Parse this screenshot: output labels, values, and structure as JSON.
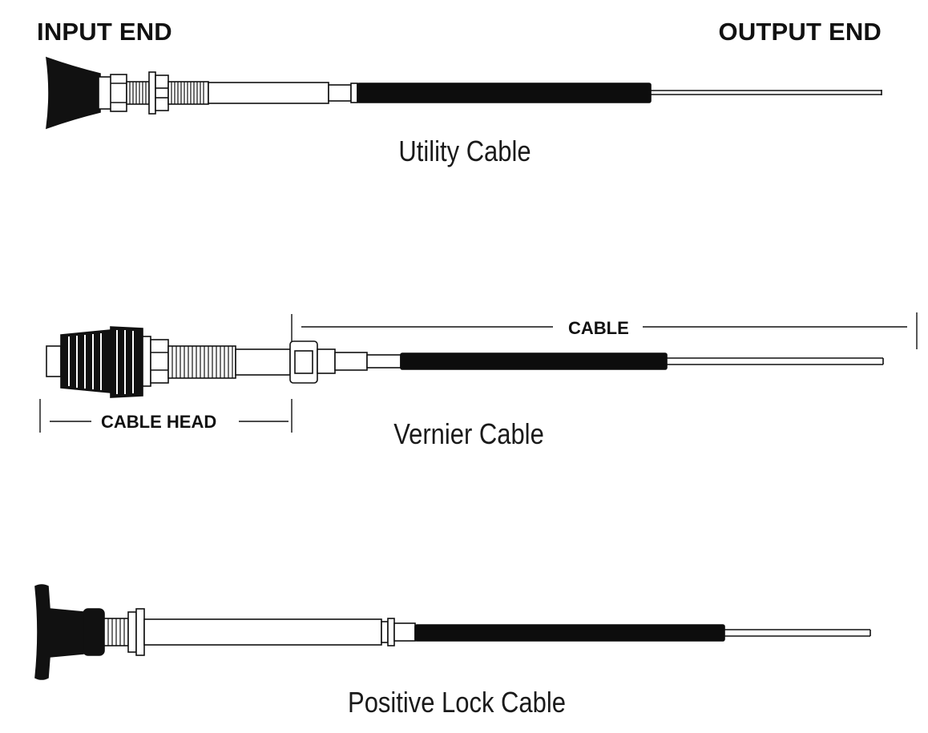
{
  "labels": {
    "input_end": "INPUT END",
    "output_end": "OUTPUT END",
    "cable": "CABLE",
    "cable_head": "CABLE HEAD"
  },
  "captions": {
    "utility": "Utility Cable",
    "vernier": "Vernier Cable",
    "positive_lock": "Positive Lock Cable"
  },
  "colors": {
    "ink": "#111111",
    "sheath": "#0d0d0d",
    "background": "#ffffff"
  }
}
